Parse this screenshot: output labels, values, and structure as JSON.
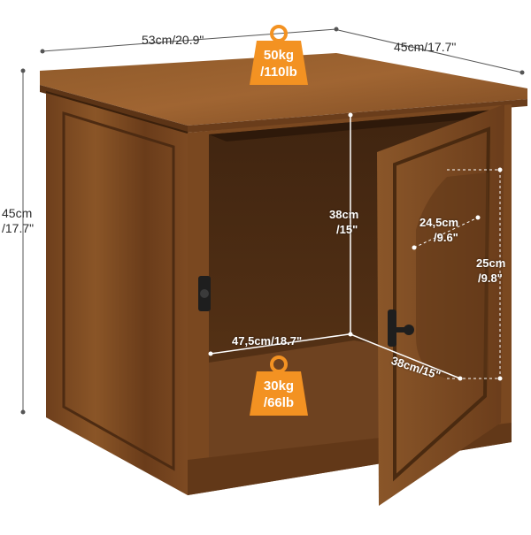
{
  "dimensions": {
    "width_top": "53cm/20.9\"",
    "depth_top": "45cm/17.7\"",
    "height_side_cm": "45cm",
    "height_side_in": "/17.7\"",
    "inner_height_cm": "38cm",
    "inner_height_in": "/15\"",
    "inner_width": "47,5cm/18.7\"",
    "inner_depth": "38cm/15\"",
    "door_opening_width_cm": "24,5cm",
    "door_opening_width_in": "/9.6\"",
    "door_opening_height_cm": "25cm",
    "door_opening_height_in": "/9.8\""
  },
  "weights": {
    "top_load_kg": "50kg",
    "top_load_lb": "/110lb",
    "shelf_load_kg": "30kg",
    "shelf_load_lb": "/66lb"
  },
  "colors": {
    "wood_dark": "#5a3417",
    "wood_mid": "#7a4a22",
    "wood_light": "#a36a33",
    "badge_orange": "#f39222",
    "dim_line": "#3a3a3a"
  },
  "icons": [
    "weight-icon",
    "latch-icon",
    "door-knob-icon"
  ]
}
